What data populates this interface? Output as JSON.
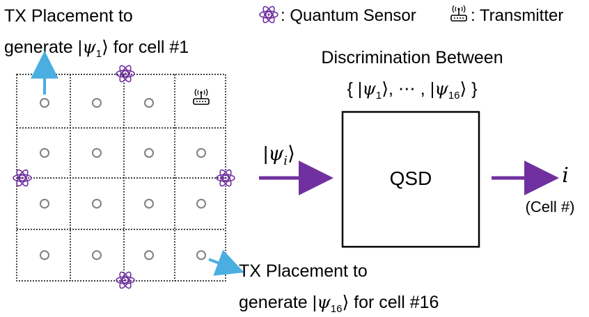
{
  "legend": {
    "sensor_label": ": Quantum Sensor",
    "transmitter_label": ": Transmitter",
    "sensor_icon": "atom-icon",
    "transmitter_icon": "router-icon"
  },
  "tx_first": {
    "line1": "TX Placement to",
    "line2_prefix": "generate ",
    "psi": "ψ",
    "sub": "1",
    "line2_suffix": " for cell #1"
  },
  "tx_last": {
    "line1": "TX Placement to",
    "line2_prefix": "generate ",
    "psi": "ψ",
    "sub": "16",
    "line2_suffix": " for cell #16"
  },
  "discrimination": {
    "title": "Discrimination Between",
    "open_brace": "{",
    "close_brace": "}",
    "psi": "ψ",
    "first_sub": "1",
    "dots": "⋯",
    "last_sub": "16"
  },
  "input_state": {
    "psi": "ψ",
    "sub": "i"
  },
  "qsd_label": "QSD",
  "output": {
    "symbol": "i",
    "caption": "(Cell #)"
  },
  "grid": {
    "rows": 4,
    "cols": 4
  },
  "colors": {
    "arrow_purple": "#7030a0",
    "arrow_blue": "#4aaee0",
    "cell_dot": "#808080",
    "atom_purple": "#7030a0"
  }
}
